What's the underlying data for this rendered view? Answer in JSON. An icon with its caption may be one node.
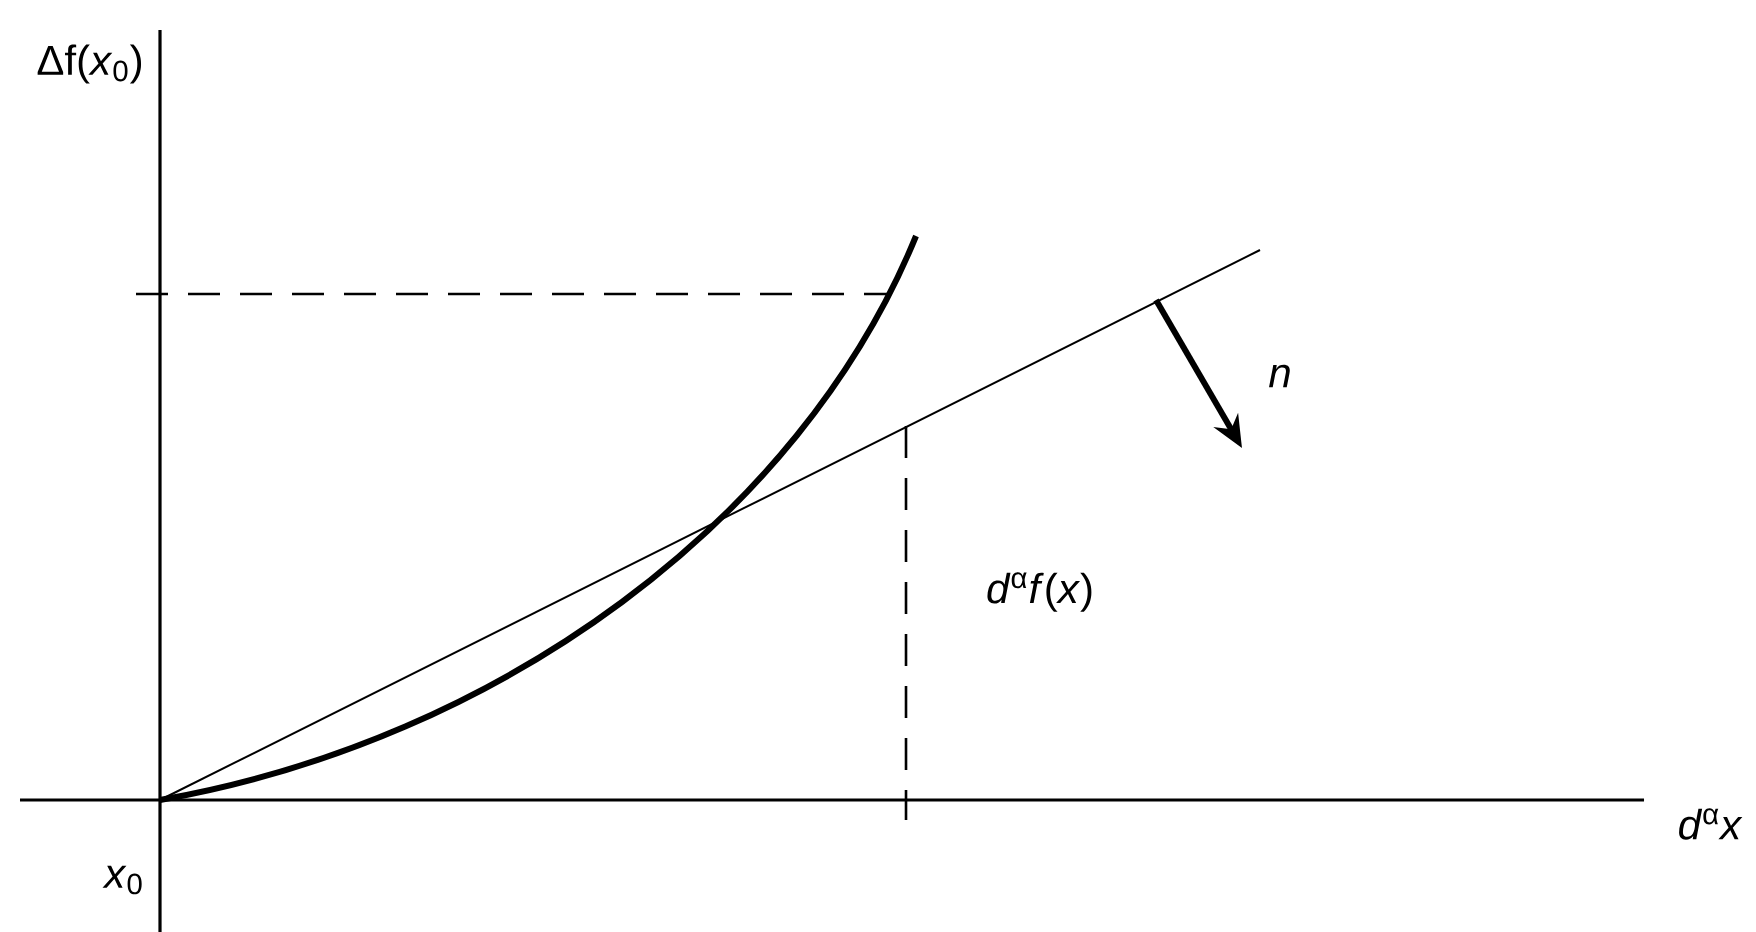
{
  "diagram": {
    "labels": [
      "Δf(*x*$_{0}$)",
      "*x*$_{0}$",
      "*d*$^{α}$*x*",
      "*d*$^{α}$*f*(*x*)",
      "*n*"
    ]
  }
}
